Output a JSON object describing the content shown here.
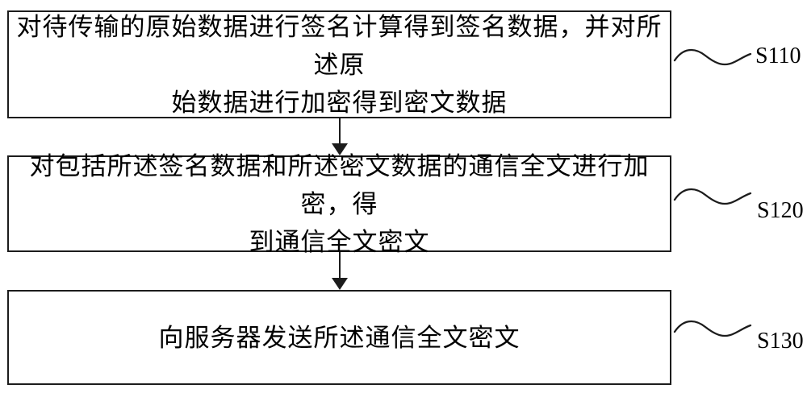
{
  "figure_type": "flowchart",
  "colors": {
    "background": "#ffffff",
    "line": "#1c1c1c",
    "text": "#000000"
  },
  "steps": [
    {
      "label": "S110",
      "text": "对待传输的原始数据进行签名计算得到签名数据，并对所述原始数据进行加密得到密文数据",
      "lines": [
        "对待传输的原始数据进行签名计算得到签名数据，并对所述原",
        "始数据进行加密得到密文数据"
      ]
    },
    {
      "label": "S120",
      "text": "对包括所述签名数据和所述密文数据的通信全文进行加密，得到通信全文密文",
      "lines": [
        "对包括所述签名数据和所述密文数据的通信全文进行加密，得",
        "到通信全文密文"
      ]
    },
    {
      "label": "S130",
      "text": "向服务器发送所述通信全文密文",
      "lines": [
        "向服务器发送所述通信全文密文"
      ]
    }
  ]
}
